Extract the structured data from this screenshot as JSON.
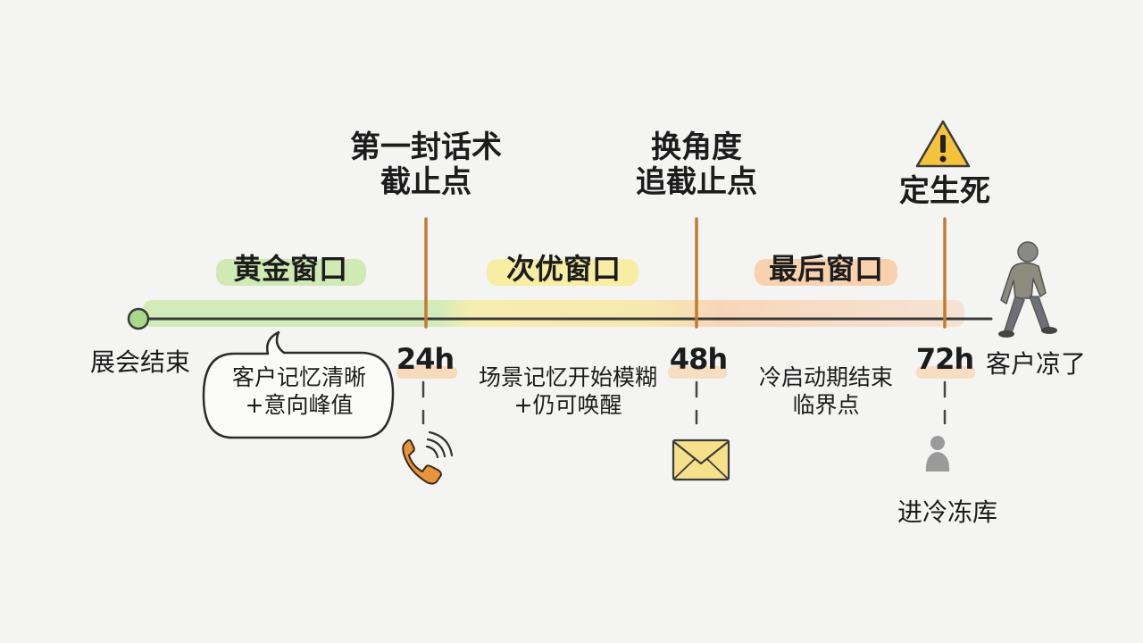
{
  "timeline": {
    "start_label": "展会结束",
    "end_label": "客户凉了"
  },
  "milestones": [
    {
      "hours": "24h",
      "top_line1": "第一封话术",
      "top_line2": "截止点",
      "icon": "phone-icon"
    },
    {
      "hours": "48h",
      "top_line1": "换角度",
      "top_line2": "追截止点",
      "icon": "envelope-icon"
    },
    {
      "hours": "72h",
      "top_line1": "定生死",
      "icon": "warning-icon",
      "bottom_label": "进冷冻库"
    }
  ],
  "windows": [
    {
      "label": "黄金窗口",
      "desc_line1": "客户记忆清晰",
      "desc_line2": "+意向峰值",
      "color": "#bfe39a"
    },
    {
      "label": "次优窗口",
      "desc_line1": "场景记忆开始模糊",
      "desc_line2": "+仍可唤醒",
      "color": "#f7e98a"
    },
    {
      "label": "最后窗口",
      "desc_line1": "冷启动期结束",
      "desc_line2": "临界点",
      "color": "#f6c49a"
    }
  ],
  "colors": {
    "line": "#3f3f3f",
    "marker": "#c8843a",
    "start_dot": "#a8d88a",
    "phone": "#e8943c",
    "envelope": "#f6e08a",
    "warning": "#f5c33b"
  }
}
